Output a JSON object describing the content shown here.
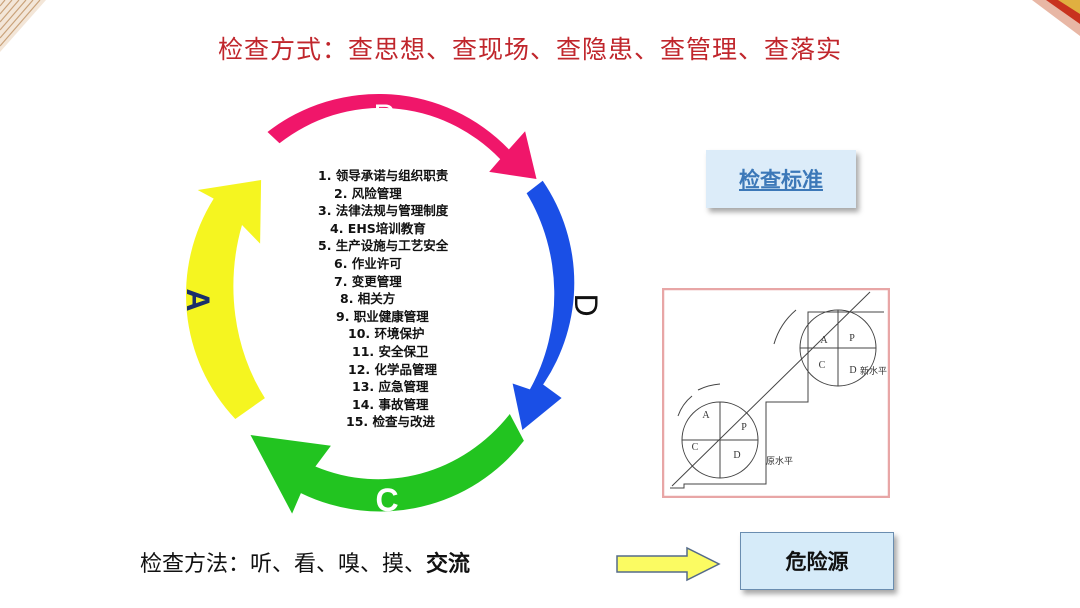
{
  "title": "检查方式：查思想、查现场、查隐患、查管理、查落实",
  "pdca": {
    "p_label": "P",
    "d_label": "D",
    "c_label": "C",
    "a_label": "A",
    "colors": {
      "p": "#f0166a",
      "d": "#1a4fe6",
      "c": "#22c420",
      "a": "#f5f520"
    },
    "items": [
      "1.   领导承诺与组织职责",
      "2.   风险管理",
      "3.  法律法规与管理制度",
      "4.   EHS培训教育",
      "5.  生产设施与工艺安全",
      "6.   作业许可",
      "7.   变更管理",
      "8.   相关方",
      "9.   职业健康管理",
      "10. 环境保护",
      "11. 安全保卫",
      "12. 化学品管理",
      "13. 应急管理",
      "14. 事故管理",
      "15. 检查与改进"
    ]
  },
  "standard_box": "检查标准",
  "stair_diagram": {
    "upper_new_level": "新水平",
    "lower_original_level": "原水平",
    "upper_wheel": {
      "a": "A",
      "p": "P",
      "c": "C",
      "d": "D"
    },
    "lower_wheel": {
      "a": "A",
      "p": "P",
      "c": "C",
      "d": "D"
    }
  },
  "method": {
    "prefix": "检查方法：听、看、嗅、摸、",
    "emphasis": "交流"
  },
  "danger_box": "危险源"
}
